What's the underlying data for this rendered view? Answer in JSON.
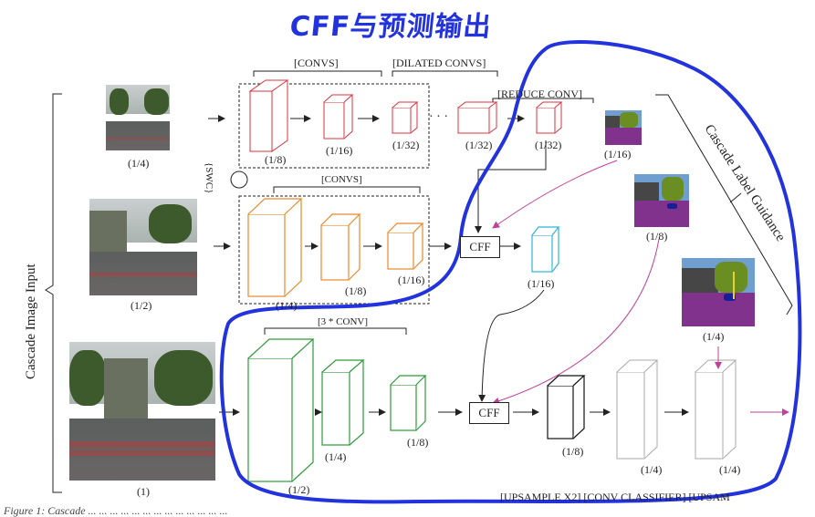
{
  "handwritten_title": "CFF与预测输出",
  "group_labels": {
    "convs_top": "[CONVS]",
    "dilated_convs": "[DILATED CONVS]",
    "reduce_conv": "[REDUCE CONV]",
    "convs_mid": "[CONVS]",
    "three_conv": "[3 * CONV]",
    "swc": "{SWC}"
  },
  "side_labels": {
    "cascade_image_input": "Cascade Image Input",
    "cascade_label_guidance": "Cascade Label Guidance"
  },
  "inputs": [
    {
      "scale": "(1/4)"
    },
    {
      "scale": "(1/2)"
    },
    {
      "scale": "(1)"
    }
  ],
  "scales": {
    "top_1_8": "(1/8)",
    "top_1_16": "(1/16)",
    "top_1_32_a": "(1/32)",
    "top_1_32_b": "(1/32)",
    "top_1_32_c": "(1/32)",
    "top_label_1_16": "(1/16)",
    "mid_1_4": "(1/4)",
    "mid_1_8": "(1/8)",
    "mid_1_16": "(1/16)",
    "mid_out_1_16": "(1/16)",
    "label_1_8": "(1/8)",
    "label_1_4": "(1/4)",
    "bot_1_2": "(1/2)",
    "bot_1_4": "(1/4)",
    "bot_1_8": "(1/8)",
    "bot_out_1_8": "(1/8)",
    "bot_out_1_4_a": "(1/4)",
    "bot_out_1_4_b": "(1/4)"
  },
  "dots": "· · ·",
  "cff_labels": [
    "CFF",
    "CFF"
  ],
  "bottom_caption": "[UPSAMPLE X2] [CONV CLASSIFIER] [UPSAM",
  "figure_caption": "Figure 1: Cascade ... ... ... ... ... ... ... ... ... ... ... ... ...",
  "colors": {
    "top_branch": "#d9333f",
    "mid_branch": "#e8892b",
    "bottom_branch": "#2e9a3a",
    "cff_output_mid": "#2eb4d9",
    "label_arrow": "#c0409a",
    "annotation_ink": "#2233dd"
  }
}
